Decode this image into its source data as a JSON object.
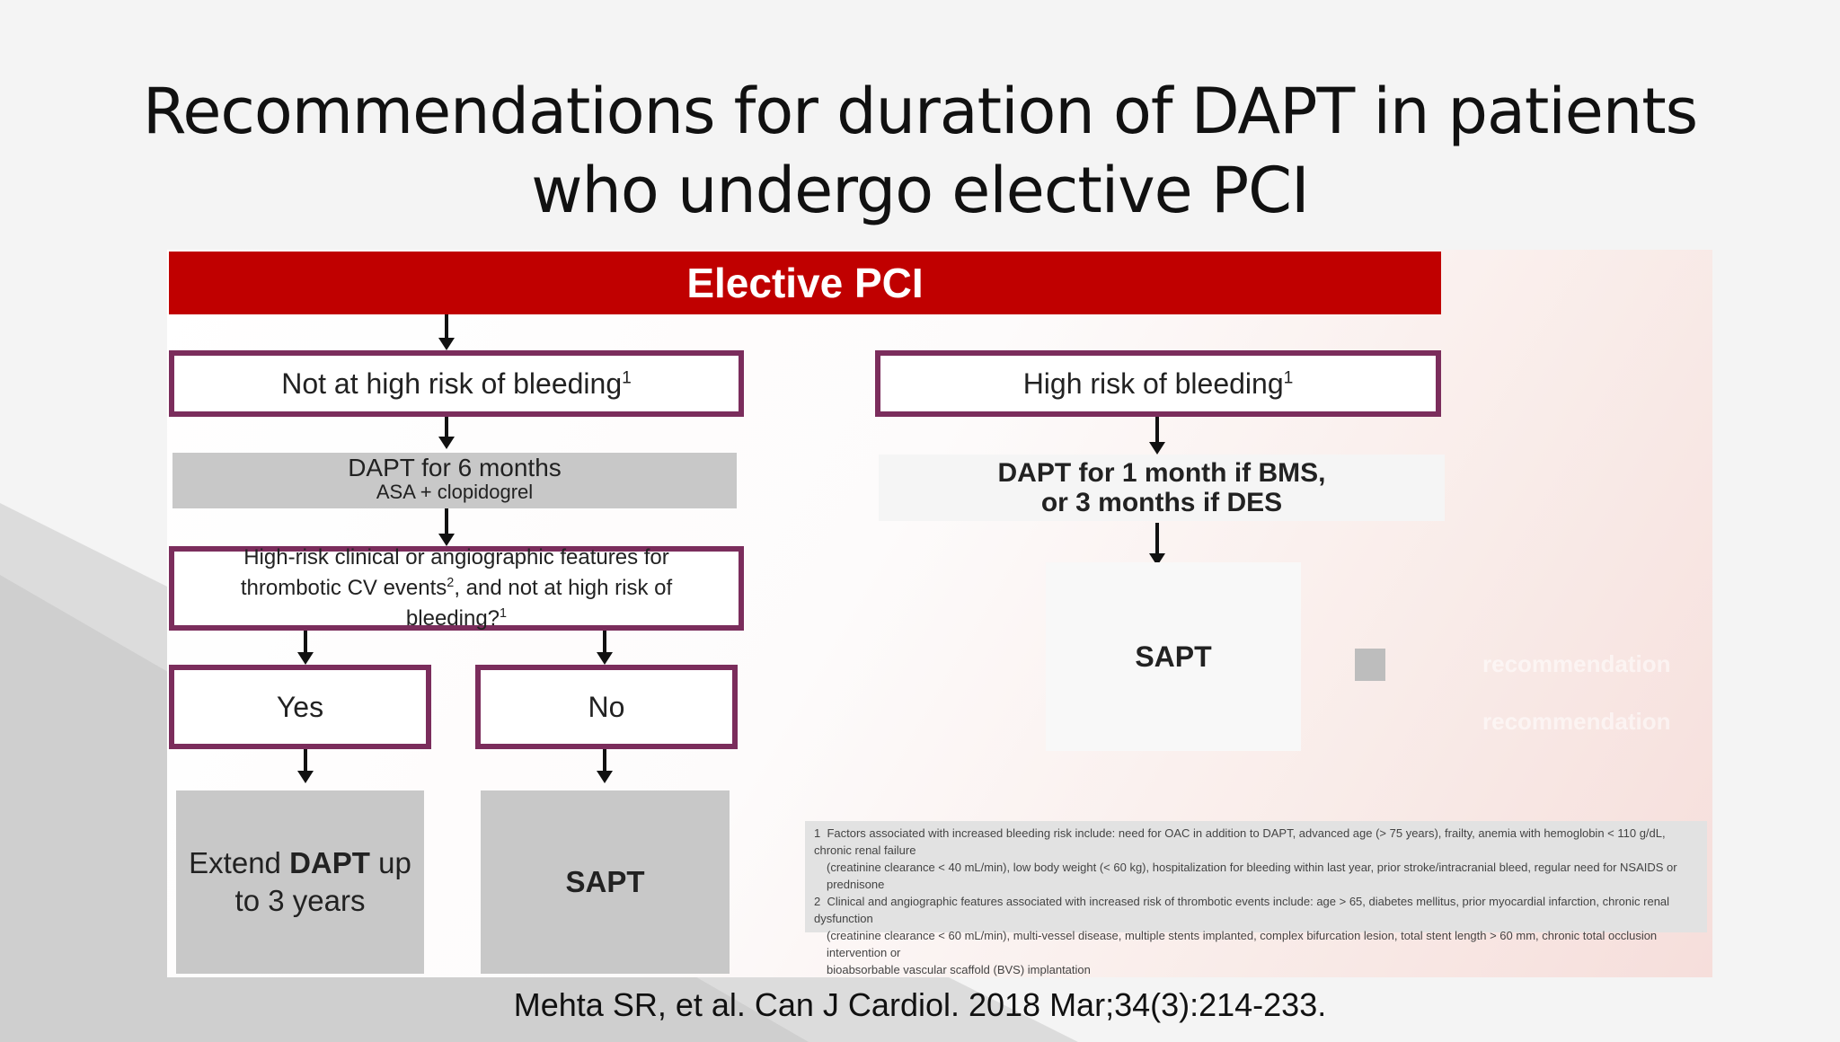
{
  "slide": {
    "title": "Recommendations for duration of DAPT in patients who undergo elective PCI",
    "citation": "Mehta SR, et al. Can J Cardiol. 2018 Mar;34(3):214-233."
  },
  "diagram": {
    "header": "Elective PCI",
    "left": {
      "risk_box": "Not at high risk of bleeding",
      "risk_sup": "1",
      "dapt_title": "DAPT for 6 months",
      "dapt_subtitle": "ASA + clopidogrel",
      "question_line1": "High-risk clinical or angiographic features for",
      "question_line2_pre": "thrombotic CV events",
      "question_sup2": "2",
      "question_line2_post": ", and not at high risk of",
      "question_line3": "bleeding?",
      "question_sup3": "1",
      "yes_label": "Yes",
      "no_label": "No",
      "yes_outcome_line1_pre": "Extend ",
      "yes_outcome_line1_bold": "DAPT",
      "yes_outcome_line1_post": " up",
      "yes_outcome_line2": "to 3 years",
      "no_outcome": "SAPT"
    },
    "right": {
      "risk_box": "High risk of bleeding",
      "risk_sup": "1",
      "dapt_line1": "DAPT for 1 month if BMS,",
      "dapt_line2": "or 3 months if DES",
      "outcome": "SAPT"
    },
    "legend": {
      "item1": "recommendation",
      "item2": "recommendation"
    },
    "footnotes": {
      "n1_marker": "1",
      "n1_line1": "Factors associated with increased bleeding risk include: need for OAC in addition to DAPT, advanced age (> 75 years), frailty, anemia with hemoglobin < 110 g/dL, chronic renal failure",
      "n1_line2": "(creatinine clearance < 40 mL/min), low body weight (< 60 kg), hospitalization for bleeding within last year, prior stroke/intracranial bleed, regular need for NSAIDS or prednisone",
      "n2_marker": "2",
      "n2_line1": "Clinical and angiographic features associated with increased risk of thrombotic events include: age > 65, diabetes mellitus, prior myocardial infarction, chronic renal dysfunction",
      "n2_line2": "(creatinine clearance < 60 mL/min), multi-vessel disease, multiple stents implanted, complex bifurcation lesion, total stent length > 60 mm, chronic total occlusion intervention or",
      "n2_line3": "bioabsorbable vascular scaffold (BVS) implantation"
    }
  }
}
